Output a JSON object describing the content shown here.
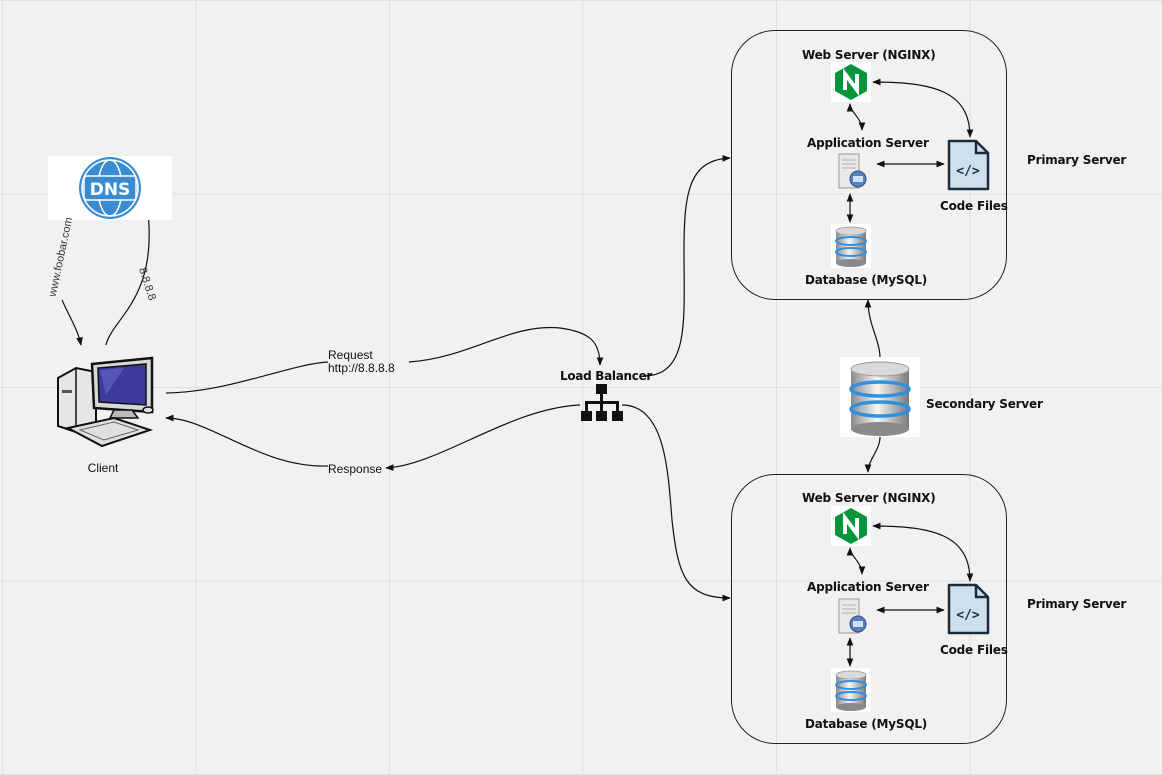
{
  "client": {
    "label": "Client"
  },
  "dns": {
    "label": "DNS",
    "query_label": "www.foobar.com",
    "reply_label": "8.8.8.8"
  },
  "request": {
    "line1": "Request",
    "line2": "http://8.8.8.8"
  },
  "response": {
    "label": "Response"
  },
  "load_balancer": {
    "label": "Load Balancer"
  },
  "secondary": {
    "label": "Secondary Server"
  },
  "primary_top": {
    "label": "Primary Server",
    "web_server": "Web Server (NGINX)",
    "app_server": "Application Server",
    "code_files": "Code Files",
    "database": "Database (MySQL)"
  },
  "primary_bottom": {
    "label": "Primary Server",
    "web_server": "Web Server (NGINX)",
    "app_server": "Application Server",
    "code_files": "Code Files",
    "database": "Database (MySQL)"
  },
  "colors": {
    "nginx": "#009639",
    "dns": "#3a8bd0",
    "lines": "#111111",
    "monitor": "#3b3b9a"
  },
  "icons": {
    "client": "desktop-computer-icon",
    "dns": "dns-globe-icon",
    "load_balancer": "network-hierarchy-icon",
    "nginx": "nginx-logo-icon",
    "app_server": "server-tower-icon",
    "code_files": "code-file-icon",
    "database": "database-cylinder-icon"
  }
}
